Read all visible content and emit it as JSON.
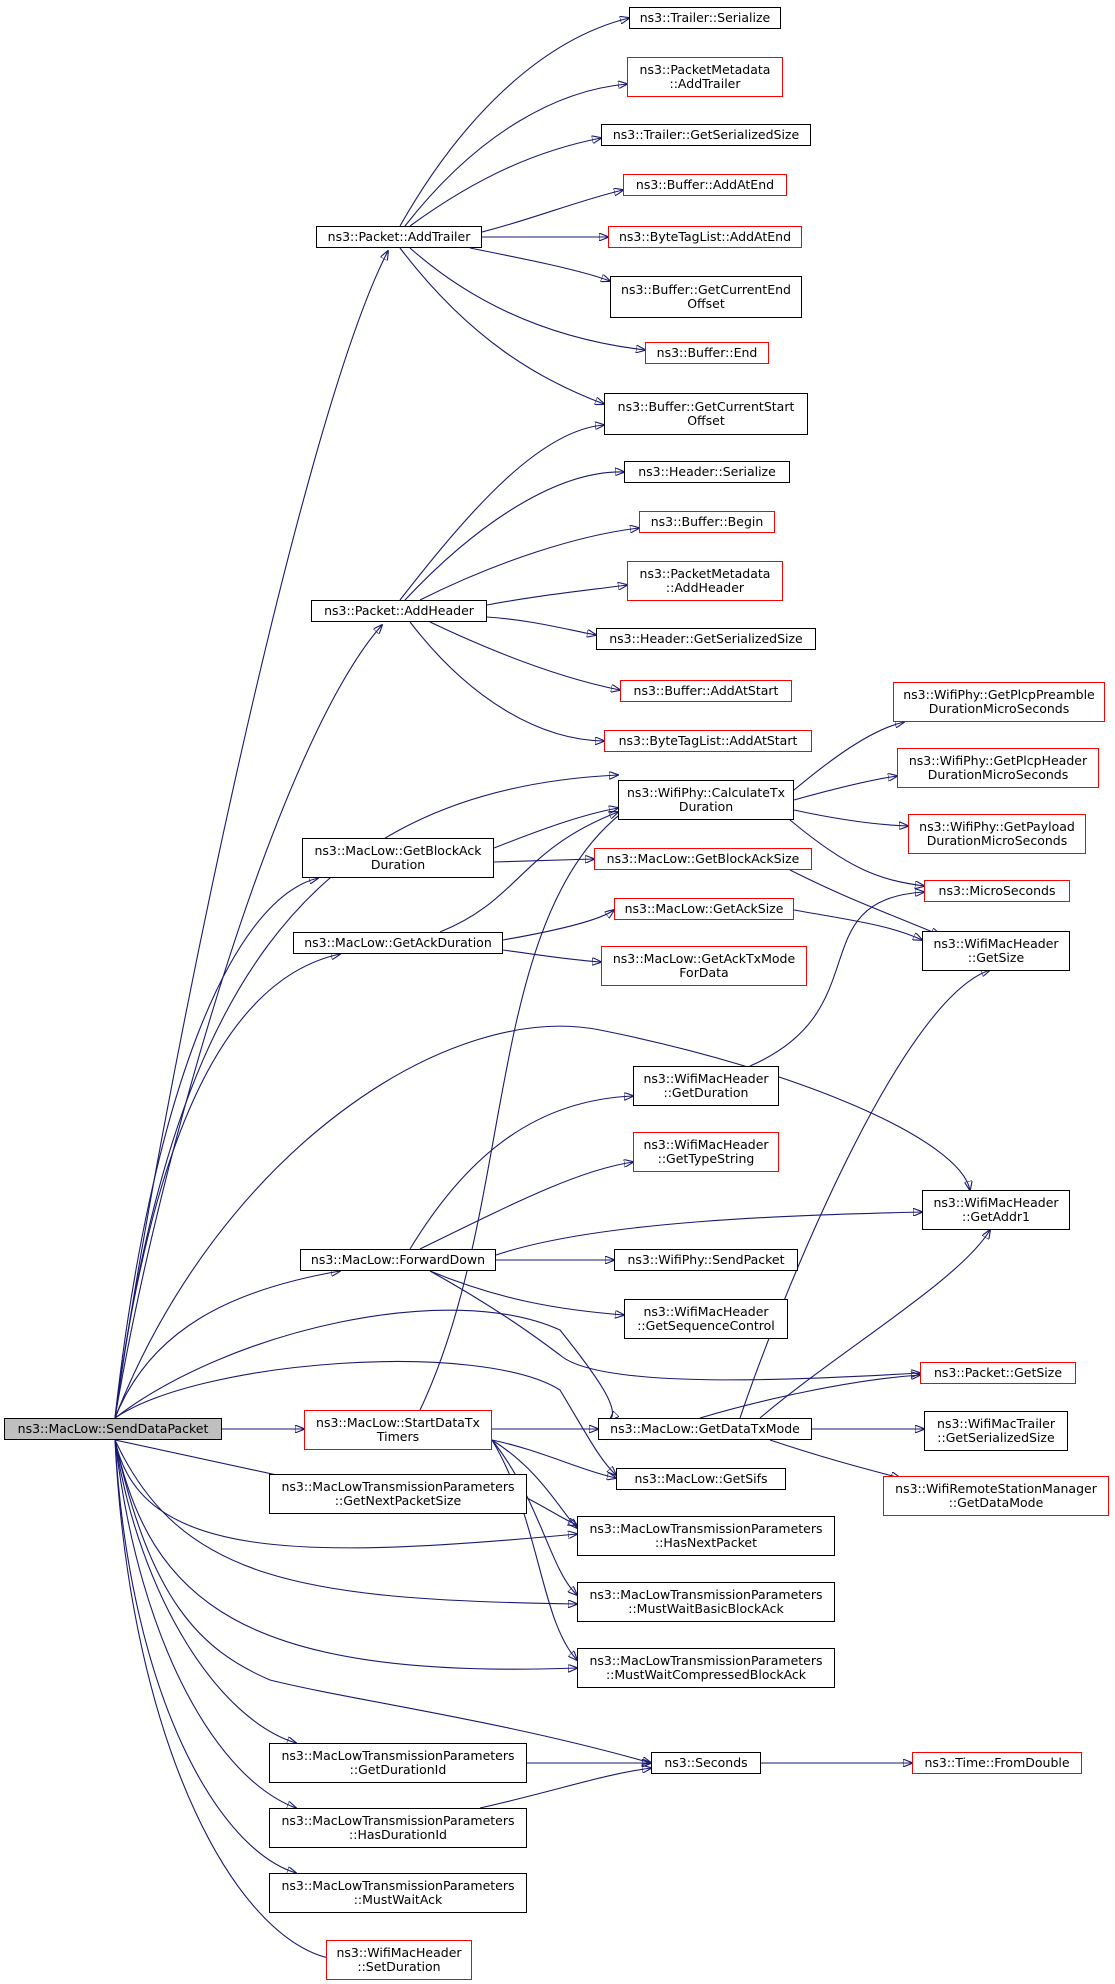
{
  "colors": {
    "edge": "#191970",
    "node_border": "#000000",
    "node_border_external": "#ff0000",
    "root_fill": "#bfbfbf"
  },
  "nodes": {
    "send_data_packet": "ns3::MacLow::SendDataPacket",
    "packet_add_trailer": "ns3::Packet::AddTrailer",
    "trailer_serialize": "ns3::Trailer::Serialize",
    "packet_metadata_add_trailer": "ns3::PacketMetadata\n::AddTrailer",
    "trailer_get_serialized_size": "ns3::Trailer::GetSerializedSize",
    "buffer_add_at_end": "ns3::Buffer::AddAtEnd",
    "byte_tag_list_add_at_end": "ns3::ByteTagList::AddAtEnd",
    "buffer_get_current_end_offset": "ns3::Buffer::GetCurrentEnd\nOffset",
    "buffer_end": "ns3::Buffer::End",
    "buffer_get_current_start_offset": "ns3::Buffer::GetCurrentStart\nOffset",
    "header_serialize": "ns3::Header::Serialize",
    "buffer_begin": "ns3::Buffer::Begin",
    "packet_metadata_add_header": "ns3::PacketMetadata\n::AddHeader",
    "packet_add_header": "ns3::Packet::AddHeader",
    "header_get_serialized_size": "ns3::Header::GetSerializedSize",
    "buffer_add_at_start": "ns3::Buffer::AddAtStart",
    "byte_tag_list_add_at_start": "ns3::ByteTagList::AddAtStart",
    "wifi_phy_get_plcp_preamble": "ns3::WifiPhy::GetPlcpPreamble\nDurationMicroSeconds",
    "wifi_phy_calculate_tx_duration": "ns3::WifiPhy::CalculateTx\nDuration",
    "wifi_phy_get_plcp_header": "ns3::WifiPhy::GetPlcpHeader\nDurationMicroSeconds",
    "mac_low_get_block_ack_duration": "ns3::MacLow::GetBlockAck\nDuration",
    "wifi_phy_get_payload": "ns3::WifiPhy::GetPayload\nDurationMicroSeconds",
    "mac_low_get_block_ack_size": "ns3::MacLow::GetBlockAckSize",
    "micro_seconds": "ns3::MicroSeconds",
    "mac_low_get_ack_size": "ns3::MacLow::GetAckSize",
    "mac_low_get_ack_duration": "ns3::MacLow::GetAckDuration",
    "wifi_mac_header_get_size": "ns3::WifiMacHeader\n::GetSize",
    "mac_low_get_ack_tx_mode": "ns3::MacLow::GetAckTxMode\nForData",
    "wifi_mac_header_get_duration": "ns3::WifiMacHeader\n::GetDuration",
    "wifi_mac_header_get_type_string": "ns3::WifiMacHeader\n::GetTypeString",
    "wifi_mac_header_get_addr1": "ns3::WifiMacHeader\n::GetAddr1",
    "mac_low_forward_down": "ns3::MacLow::ForwardDown",
    "wifi_phy_send_packet": "ns3::WifiPhy::SendPacket",
    "wifi_mac_header_get_sequence_control": "ns3::WifiMacHeader\n::GetSequenceControl",
    "packet_get_size": "ns3::Packet::GetSize",
    "mac_low_start_data_tx_timers": "ns3::MacLow::StartDataTx\nTimers",
    "mac_low_get_data_tx_mode": "ns3::MacLow::GetDataTxMode",
    "wifi_mac_trailer_get_serialized_size": "ns3::WifiMacTrailer\n::GetSerializedSize",
    "mac_low_get_sifs": "ns3::MacLow::GetSifs",
    "wifi_remote_station_manager_get_data_mode": "ns3::WifiRemoteStationManager\n::GetDataMode",
    "mltp_get_next_packet_size": "ns3::MacLowTransmissionParameters\n::GetNextPacketSize",
    "mltp_has_next_packet": "ns3::MacLowTransmissionParameters\n::HasNextPacket",
    "mltp_must_wait_basic_block_ack": "ns3::MacLowTransmissionParameters\n::MustWaitBasicBlockAck",
    "mltp_must_wait_compressed_block_ack": "ns3::MacLowTransmissionParameters\n::MustWaitCompressedBlockAck",
    "mltp_get_duration_id": "ns3::MacLowTransmissionParameters\n::GetDurationId",
    "seconds": "ns3::Seconds",
    "time_from_double": "ns3::Time::FromDouble",
    "mltp_has_duration_id": "ns3::MacLowTransmissionParameters\n::HasDurationId",
    "mltp_must_wait_ack": "ns3::MacLowTransmissionParameters\n::MustWaitAck",
    "wifi_mac_header_set_duration": "ns3::WifiMacHeader\n::SetDuration"
  }
}
